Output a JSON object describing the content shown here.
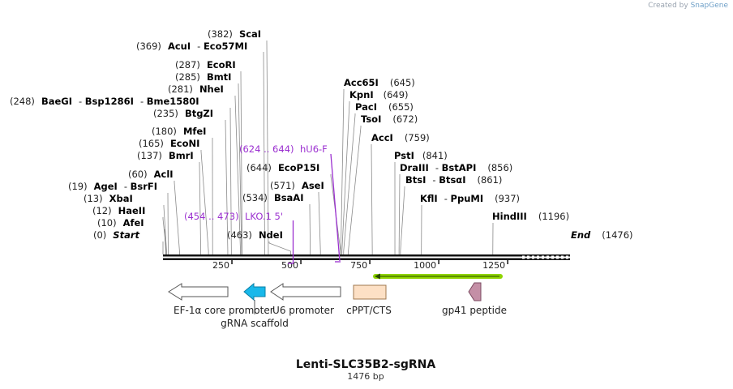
{
  "credit": {
    "prefix": "Created by",
    "brand": "SnapGene"
  },
  "map": {
    "title": "Lenti-SLC35B2-sgRNA",
    "length_label": "1476 bp",
    "total_bp": 1476,
    "ticks": [
      "250",
      "500",
      "750",
      "1000",
      "1250"
    ],
    "tick_values": [
      250,
      500,
      750,
      1000,
      1250
    ]
  },
  "sites": [
    {
      "pos": "(0)",
      "names": [
        "Start"
      ],
      "bp": 0,
      "italic": true
    },
    {
      "pos": "(10)",
      "names": [
        "AfeI"
      ],
      "bp": 10
    },
    {
      "pos": "(12)",
      "names": [
        "HaeII"
      ],
      "bp": 12
    },
    {
      "pos": "(13)",
      "names": [
        "XbaI"
      ],
      "bp": 13
    },
    {
      "pos": "(19)",
      "names": [
        "AgeI",
        "BsrFI"
      ],
      "bp": 19
    },
    {
      "pos": "(60)",
      "names": [
        "AclI"
      ],
      "bp": 60
    },
    {
      "pos": "(137)",
      "names": [
        "BmrI"
      ],
      "bp": 137
    },
    {
      "pos": "(165)",
      "names": [
        "EcoNI"
      ],
      "bp": 165
    },
    {
      "pos": "(180)",
      "names": [
        "MfeI"
      ],
      "bp": 180
    },
    {
      "pos": "(235)",
      "names": [
        "BtgZI"
      ],
      "bp": 235
    },
    {
      "pos": "(248)",
      "names": [
        "BaeGI",
        "Bsp1286I",
        "Bme1580I"
      ],
      "bp": 248
    },
    {
      "pos": "(281)",
      "names": [
        "NheI"
      ],
      "bp": 281
    },
    {
      "pos": "(285)",
      "names": [
        "BmtI"
      ],
      "bp": 285
    },
    {
      "pos": "(287)",
      "names": [
        "EcoRI"
      ],
      "bp": 287
    },
    {
      "pos": "(369)",
      "names": [
        "AcuI",
        "Eco57MI"
      ],
      "bp": 369
    },
    {
      "pos": "(382)",
      "names": [
        "ScaI"
      ],
      "bp": 382
    },
    {
      "pos": "(463)",
      "names": [
        "NdeI"
      ],
      "bp": 463
    },
    {
      "pos": "(534)",
      "names": [
        "BsaAI"
      ],
      "bp": 534
    },
    {
      "pos": "(571)",
      "names": [
        "AseI"
      ],
      "bp": 571
    },
    {
      "pos": "(644)",
      "names": [
        "EcoP15I"
      ],
      "bp": 644
    },
    {
      "pos": "(645)",
      "names": [
        "Acc65I"
      ],
      "bp": 645
    },
    {
      "pos": "(649)",
      "names": [
        "KpnI"
      ],
      "bp": 649
    },
    {
      "pos": "(655)",
      "names": [
        "PacI"
      ],
      "bp": 655
    },
    {
      "pos": "(672)",
      "names": [
        "TsoI"
      ],
      "bp": 672
    },
    {
      "pos": "(759)",
      "names": [
        "AccI"
      ],
      "bp": 759
    },
    {
      "pos": "(841)",
      "names": [
        "PstI"
      ],
      "bp": 841
    },
    {
      "pos": "(856)",
      "names": [
        "DraIII",
        "BstAPI"
      ],
      "bp": 856
    },
    {
      "pos": "(861)",
      "names": [
        "BtsI",
        "BtsαI"
      ],
      "bp": 861
    },
    {
      "pos": "(937)",
      "names": [
        "KflI",
        "PpuMI"
      ],
      "bp": 937
    },
    {
      "pos": "(1196)",
      "names": [
        "HindIII"
      ],
      "bp": 1196
    },
    {
      "pos": "(1476)",
      "names": [
        "End"
      ],
      "bp": 1476,
      "italic": true
    }
  ],
  "primers": [
    {
      "range": "(454 .. 473)",
      "name": "LKO.1 5'",
      "start": 454,
      "end": 473
    },
    {
      "range": "(624 .. 644)",
      "name": "hU6-F",
      "start": 624,
      "end": 644
    }
  ],
  "features": [
    {
      "label": "EF-1α core promoter",
      "color": "#ffffff",
      "shape": "arrow-left"
    },
    {
      "label": "gRNA scaffold",
      "color": "#18b8ea",
      "shape": "arrow-left"
    },
    {
      "label": "U6 promoter",
      "color": "#ffffff",
      "shape": "arrow-left"
    },
    {
      "label": "cPPT/CTS",
      "color": "#fde0c5",
      "shape": "box"
    },
    {
      "label": "gp41 peptide",
      "color": "#c48fa6",
      "shape": "arrow-left"
    }
  ],
  "orf": {
    "color": "#8fd400",
    "direction": "left"
  },
  "colors": {
    "primer": "#9b30d0",
    "backbone": "#111111"
  }
}
